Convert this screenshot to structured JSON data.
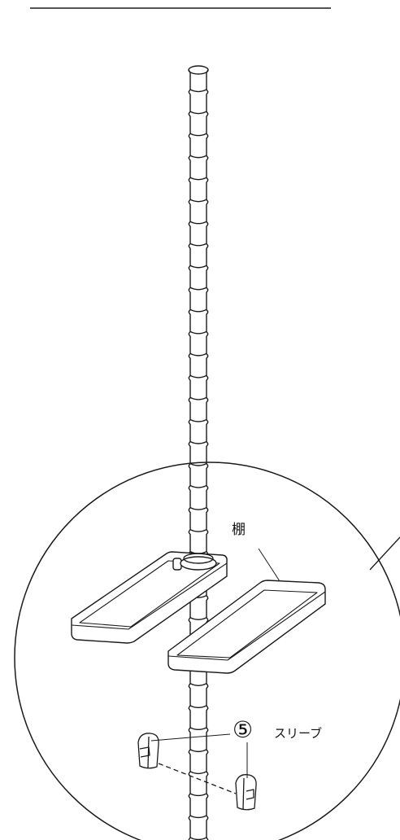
{
  "labels": {
    "shelf": "棚",
    "part_number": "⑤",
    "sleeve": "スリーブ"
  },
  "colors": {
    "line": "#1a1a1a",
    "background": "#ffffff"
  },
  "diagram": {
    "pole_segments": 35
  }
}
